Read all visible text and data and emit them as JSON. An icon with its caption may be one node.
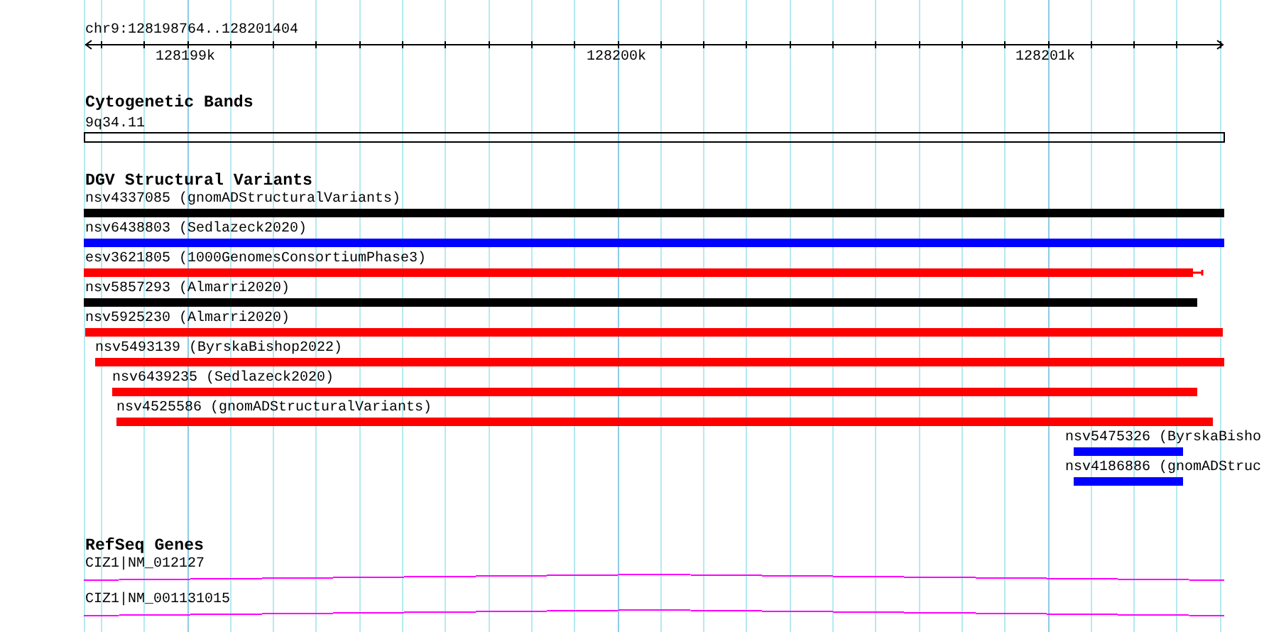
{
  "diagram": {
    "nodes": [
      {
        "text": [
          "9q34.11"
        ]
      },
      {
        "text": [
          "nsv4337085 (gnomADStructuralVariants)"
        ]
      },
      {
        "text": [
          "nsv6438803 (Sedlazeck2020)"
        ]
      },
      {
        "text": [
          "esv3621805 (1000GenomesConsortiumPhase3)"
        ]
      },
      {
        "text": [
          "nsv5857293 (Almarri2020)"
        ]
      },
      {
        "text": [
          "nsv5925230 (Almarri2020)"
        ]
      },
      {
        "text": [
          "nsv5493139 (ByrskaBishop2022)"
        ]
      },
      {
        "text": [
          "nsv6439235 (Sedlazeck2020)"
        ]
      },
      {
        "text": [
          "nsv4525586 (gnomADStructuralVariants)"
        ]
      },
      {
        "text": [
          "nsv5475326 (ByrskaBisho"
        ]
      },
      {
        "text": [
          "nsv4186886 (gnomADStruc"
        ]
      },
      {
        "text": [
          "CIZ1|NM_012127"
        ]
      },
      {
        "text": [
          "CIZ1|NM_001131015"
        ]
      }
    ],
    "labels": [
      "chr9:128198764..128201404",
      "128199k",
      "128200k",
      "128201k",
      "Cytogenetic Bands",
      "DGV Structural Variants",
      "RefSeq Genes"
    ]
  }
}
